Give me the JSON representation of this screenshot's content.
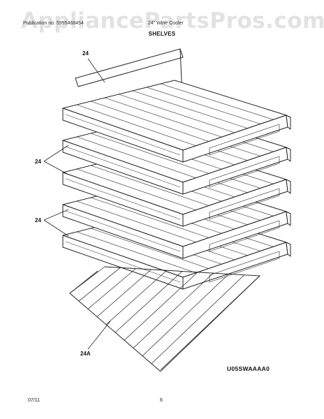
{
  "watermark": "AppliancePartsPros.com",
  "header": {
    "left_text": "Publication no. 5995468454",
    "mid_text": "24\" Wine Cooler"
  },
  "title": "SHELVES",
  "callouts": {
    "top": "24",
    "middle": "24",
    "lower": "24",
    "bottom": "24A"
  },
  "diagram_code": "U05SWAAAA0",
  "footer": {
    "date": "07/11",
    "page": "6"
  },
  "colors": {
    "line": "#222222",
    "watermark": "#e2e2e2"
  }
}
